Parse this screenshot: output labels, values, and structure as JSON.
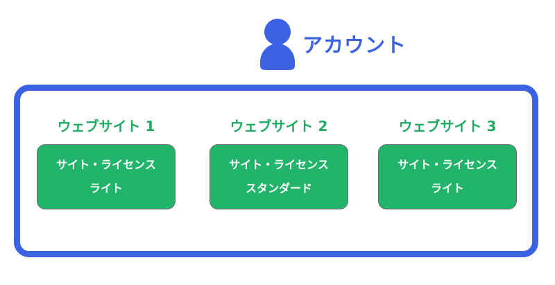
{
  "account": {
    "label": "アカウント",
    "accent_color": "#3a62e3",
    "icon": "user-icon"
  },
  "websites": [
    {
      "title": "ウェブサイト 1",
      "license_line1": "サイト・ライセンス",
      "license_line2": "ライト"
    },
    {
      "title": "ウェブサイト 2",
      "license_line1": "サイト・ライセンス",
      "license_line2": "スタンダード"
    },
    {
      "title": "ウェブサイト 3",
      "license_line1": "サイト・ライセンス",
      "license_line2": "ライト"
    }
  ],
  "colors": {
    "site_title": "#22a962",
    "license_card": "#22b46a",
    "license_text": "#ffffff"
  }
}
